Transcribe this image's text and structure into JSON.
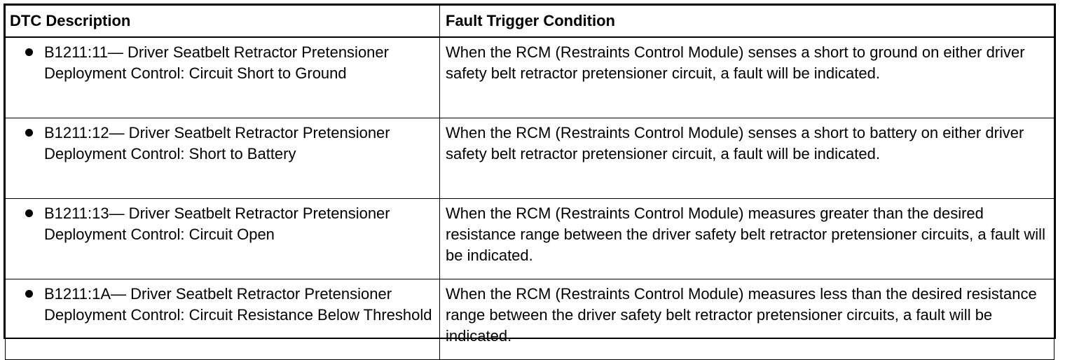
{
  "table": {
    "headers": {
      "description": "DTC Description",
      "condition": "Fault Trigger Condition"
    },
    "rows": [
      {
        "description": "B1211:11— Driver Seatbelt Retractor Pretensioner Deployment Control: Circuit Short to Ground",
        "condition": "When the RCM (Restraints Control Module) senses a short to ground on either driver safety belt retractor pretensioner circuit, a fault will be indicated."
      },
      {
        "description": "B1211:12— Driver Seatbelt Retractor Pretensioner Deployment Control: Short to Battery",
        "condition": "When the RCM (Restraints Control Module) senses a short to battery on either driver safety belt retractor pretensioner circuit, a fault will be indicated."
      },
      {
        "description": "B1211:13— Driver Seatbelt Retractor Pretensioner Deployment Control: Circuit Open",
        "condition": "When the RCM (Restraints Control Module) measures greater than the desired resistance range between the driver safety belt retractor pretensioner circuits, a fault will be indicated."
      },
      {
        "description": "B1211:1A— Driver Seatbelt Retractor Pretensioner Deployment Control: Circuit Resistance Below Threshold",
        "condition": "When the RCM (Restraints Control Module) measures less than the desired resistance range between the driver safety belt retractor pretensioner circuits, a fault will be indicated."
      }
    ]
  }
}
